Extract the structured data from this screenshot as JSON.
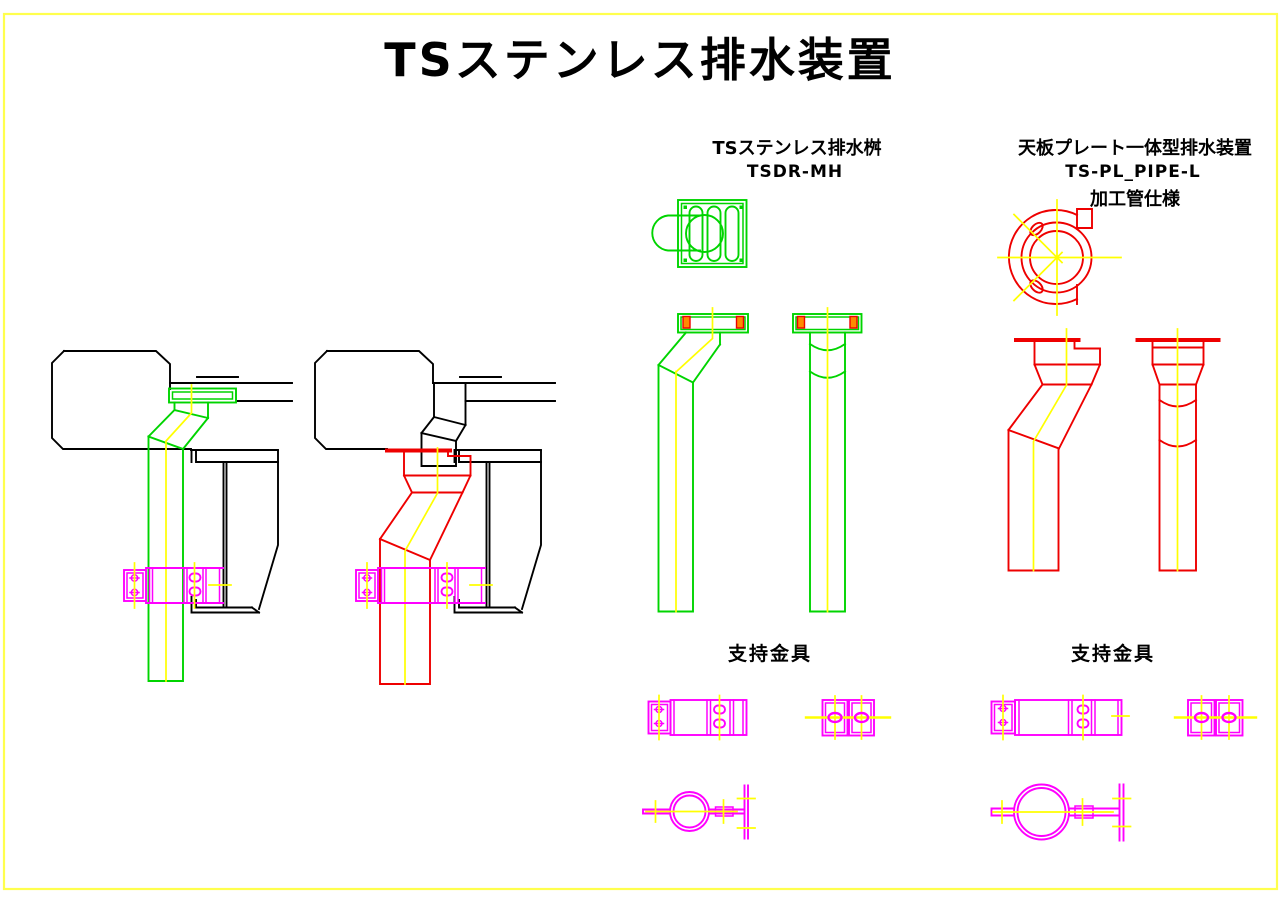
{
  "title": "TSステンレス排水装置",
  "labels": {
    "basin_name": "TSステンレス排水桝",
    "basin_model": "TSDR-MH",
    "integrated_name": "天板プレート一体型排水装置",
    "integrated_model": "TS-PL_PIPE-L",
    "integrated_spec": "加工管仕様",
    "bracket_basin": "支持金具",
    "bracket_integrated": "支持金具"
  },
  "colors": {
    "pipe_green": "#00d400",
    "pipe_red": "#ee0000",
    "bracket_magenta": "#ff00ff",
    "centerline_yellow": "#ffff00",
    "structure_black": "#000000",
    "bolt_orange": "#ff8a00",
    "border_yellow": "#ffff4d",
    "background": "#ffffff"
  }
}
